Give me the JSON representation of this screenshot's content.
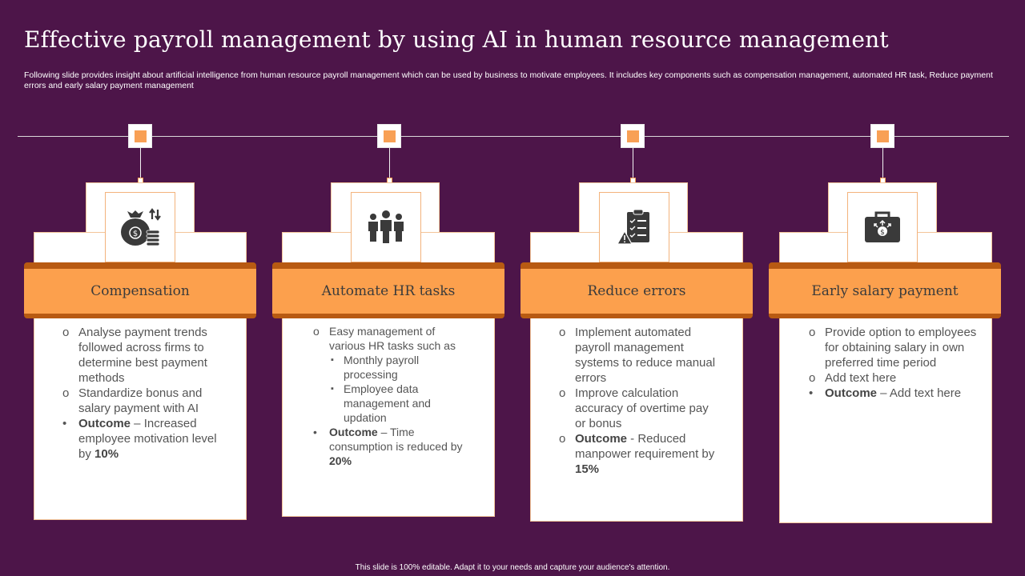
{
  "title": "Effective payroll management by using AI in human resource management",
  "subtitle": "Following slide provides insight about artificial intelligence from human resource payroll management which can be used by business to motivate employees. It includes key components such as compensation management, automated HR task, Reduce payment errors and early salary payment management",
  "colors": {
    "background": "#4d1549",
    "accent": "#fca04d",
    "accent_dark": "#b85a12"
  },
  "cards": [
    {
      "icon": "money-bag-coins-icon",
      "title": "Compensation",
      "items": [
        {
          "marker": "o",
          "text": "Analyse payment trends followed across firms to determine best payment methods"
        },
        {
          "marker": "o",
          "text": "Standardize bonus and salary payment with AI"
        },
        {
          "marker": "•",
          "bold": "Outcome",
          "text": " – Increased employee motivation level by ",
          "bold2": "10%"
        }
      ]
    },
    {
      "icon": "team-people-icon",
      "title": "Automate HR tasks",
      "items": [
        {
          "marker": "o",
          "text": "Easy management of various HR tasks such as"
        },
        {
          "marker": "▪",
          "sub": true,
          "text": "Monthly payroll processing"
        },
        {
          "marker": "▪",
          "sub": true,
          "text": "Employee data management and updation"
        },
        {
          "marker": "•",
          "bold": "Outcome",
          "text": " – Time consumption is reduced by ",
          "bold2": "20%"
        }
      ]
    },
    {
      "icon": "checklist-warning-icon",
      "title": "Reduce errors",
      "items": [
        {
          "marker": "o",
          "text": "Implement automated payroll management systems to reduce manual errors"
        },
        {
          "marker": "o",
          "text": "Improve calculation accuracy of overtime pay or bonus"
        },
        {
          "marker": "o",
          "bold": "Outcome",
          "text": " - Reduced manpower requirement by ",
          "bold2": "15%"
        }
      ]
    },
    {
      "icon": "briefcase-money-icon",
      "title": "Early salary payment",
      "items": [
        {
          "marker": "o",
          "text": "Provide option to employees for obtaining salary in own preferred time period"
        },
        {
          "marker": "o",
          "text": "Add text here"
        },
        {
          "marker": "•",
          "bold": "Outcome",
          "text": " – Add text here",
          "bold2": ""
        }
      ]
    }
  ],
  "footer": "This slide is 100% editable.  Adapt it to your needs and capture your audience's attention."
}
